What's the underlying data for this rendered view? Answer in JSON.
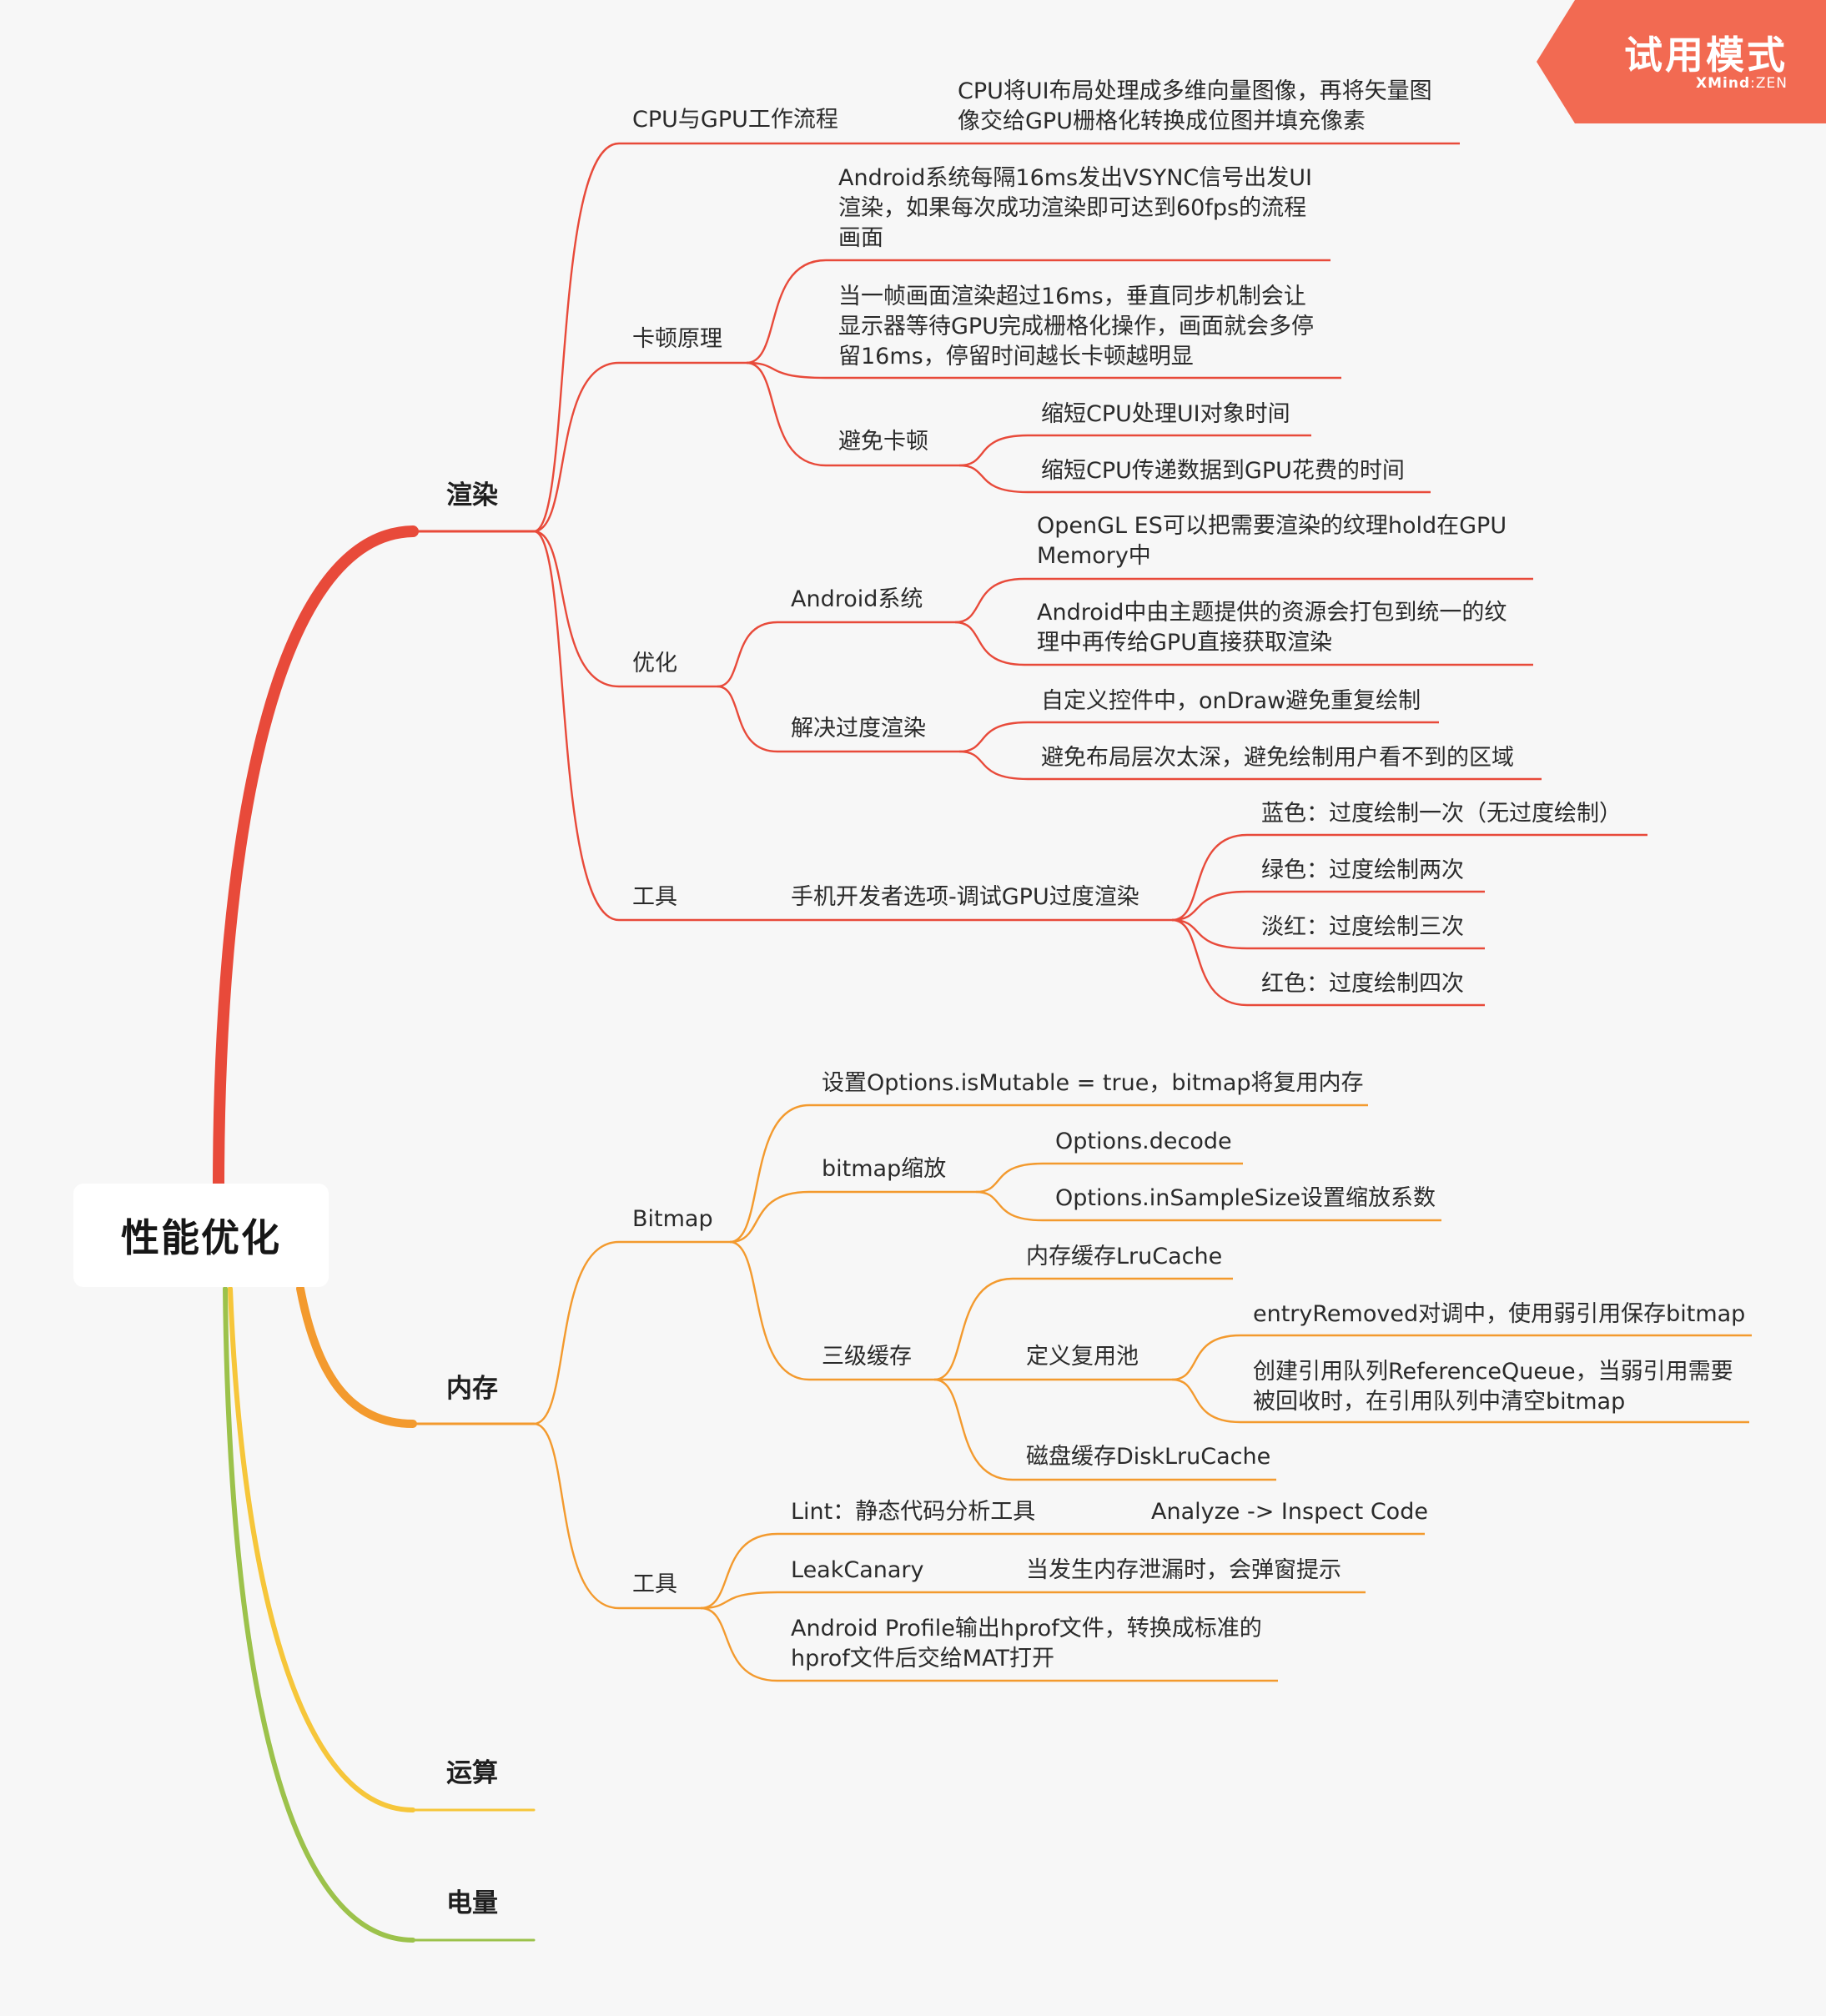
{
  "watermark": {
    "title": "试用模式",
    "brand": "XMind",
    "brand_suffix": "ZEN",
    "color": "#f26a52"
  },
  "colors": {
    "render": "#e84a3a",
    "memory": "#f39a2e",
    "compute": "#f6c63a",
    "power": "#9cc24b"
  },
  "root": "性能优化",
  "branches": {
    "render": {
      "label": "渲染",
      "cpu_gpu": {
        "label": "CPU与GPU工作流程",
        "detail": "CPU将UI布局处理成多维向量图像，再将矢量图\n像交给GPU栅格化转换成位图并填充像素"
      },
      "jank": {
        "label": "卡顿原理",
        "item1": "Android系统每隔16ms发出VSYNC信号出发UI\n渲染，如果每次成功渲染即可达到60fps的流程\n画面",
        "item2": "当一帧画面渲染超过16ms，垂直同步机制会让\n显示器等待GPU完成栅格化操作，画面就会多停\n留16ms，停留时间越长卡顿越明显",
        "avoid": {
          "label": "避免卡顿",
          "items": [
            "缩短CPU处理UI对象时间",
            "缩短CPU传递数据到GPU花费的时间"
          ]
        }
      },
      "optimize": {
        "label": "优化",
        "android": {
          "label": "Android系统",
          "items": [
            "OpenGL ES可以把需要渲染的纹理hold在GPU\nMemory中",
            "Android中由主题提供的资源会打包到统一的纹\n理中再传给GPU直接获取渲染"
          ]
        },
        "overdraw": {
          "label": "解决过度渲染",
          "items": [
            "自定义控件中，onDraw避免重复绘制",
            "避免布局层次太深，避免绘制用户看不到的区域"
          ]
        }
      },
      "tools": {
        "label": "工具",
        "gpu": {
          "label": "手机开发者选项-调试GPU过度渲染",
          "items": [
            "蓝色：过度绘制一次（无过度绘制）",
            "绿色：过度绘制两次",
            "淡红：过度绘制三次",
            "红色：过度绘制四次"
          ]
        }
      }
    },
    "memory": {
      "label": "内存",
      "bitmap": {
        "label": "Bitmap",
        "mutable": "设置Options.isMutable = true，bitmap将复用内存",
        "scale": {
          "label": "bitmap缩放",
          "items": [
            "Options.decode",
            "Options.inSampleSize设置缩放系数"
          ]
        },
        "cache": {
          "label": "三级缓存",
          "lru": "内存缓存LruCache",
          "pool": {
            "label": "定义复用池",
            "items": [
              "entryRemoved对调中，使用弱引用保存bitmap",
              "创建引用队列ReferenceQueue，当弱引用需要\n被回收时，在引用队列中清空bitmap"
            ]
          },
          "disk": "磁盘缓存DiskLruCache"
        }
      },
      "tools": {
        "label": "工具",
        "lint": {
          "label": "Lint：静态代码分析工具",
          "detail": "Analyze -> Inspect Code"
        },
        "leak": {
          "label": "LeakCanary",
          "detail": "当发生内存泄漏时，会弹窗提示"
        },
        "profile": "Android Profile输出hprof文件，转换成标准的\nhprof文件后交给MAT打开"
      }
    },
    "compute": {
      "label": "运算"
    },
    "power": {
      "label": "电量"
    }
  }
}
